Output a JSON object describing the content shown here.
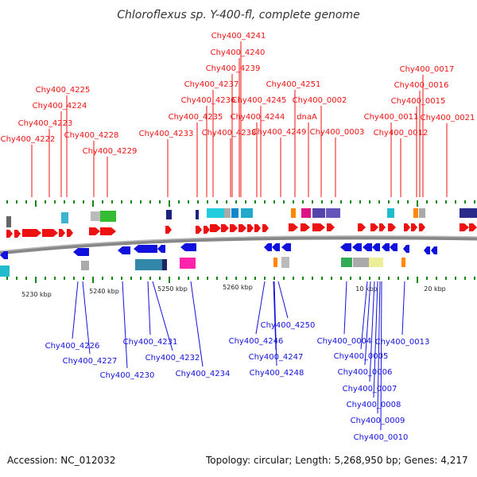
{
  "title": "Chloroflexus sp. Y-400-fl, complete genome",
  "accession": "Accession: NC_012032",
  "summary": "Topology: circular; Length: 5,268,950 bp; Genes: 4,217",
  "colors": {
    "forward": "#ee1111",
    "reverse": "#1111dd",
    "backbone": "#888888",
    "tick": "#118811"
  },
  "ticks": [
    "5230 kbp",
    "5240 kbp",
    "5250 kbp",
    "5260 kbp",
    "10 kbp",
    "20 kbp"
  ],
  "forward_labels": [
    "Chy400_4222",
    "Chy400_4223",
    "Chy400_4224",
    "Chy400_4225",
    "Chy400_4228",
    "Chy400_4229",
    "Chy400_4233",
    "Chy400_4235",
    "Chy400_4236",
    "Chy400_4237",
    "Chy400_4238",
    "Chy400_4239",
    "Chy400_4240",
    "Chy400_4241",
    "Chy400_4244",
    "Chy400_4245",
    "Chy400_4249",
    "Chy400_4251",
    "dnaA",
    "Chy400_0002",
    "Chy400_0003",
    "Chy400_0011",
    "Chy400_0012",
    "Chy400_0015",
    "Chy400_0016",
    "Chy400_0017",
    "Chy400_0021"
  ],
  "reverse_labels": [
    "Chy400_4226",
    "Chy400_4227",
    "Chy400_4230",
    "Chy400_4231",
    "Chy400_4232",
    "Chy400_4234",
    "Chy400_4246",
    "Chy400_4247",
    "Chy400_4248",
    "Chy400_4250",
    "Chy400_0004",
    "Chy400_0005",
    "Chy400_0006",
    "Chy400_0007",
    "Chy400_0008",
    "Chy400_0009",
    "Chy400_0010",
    "Chy400_0013"
  ]
}
